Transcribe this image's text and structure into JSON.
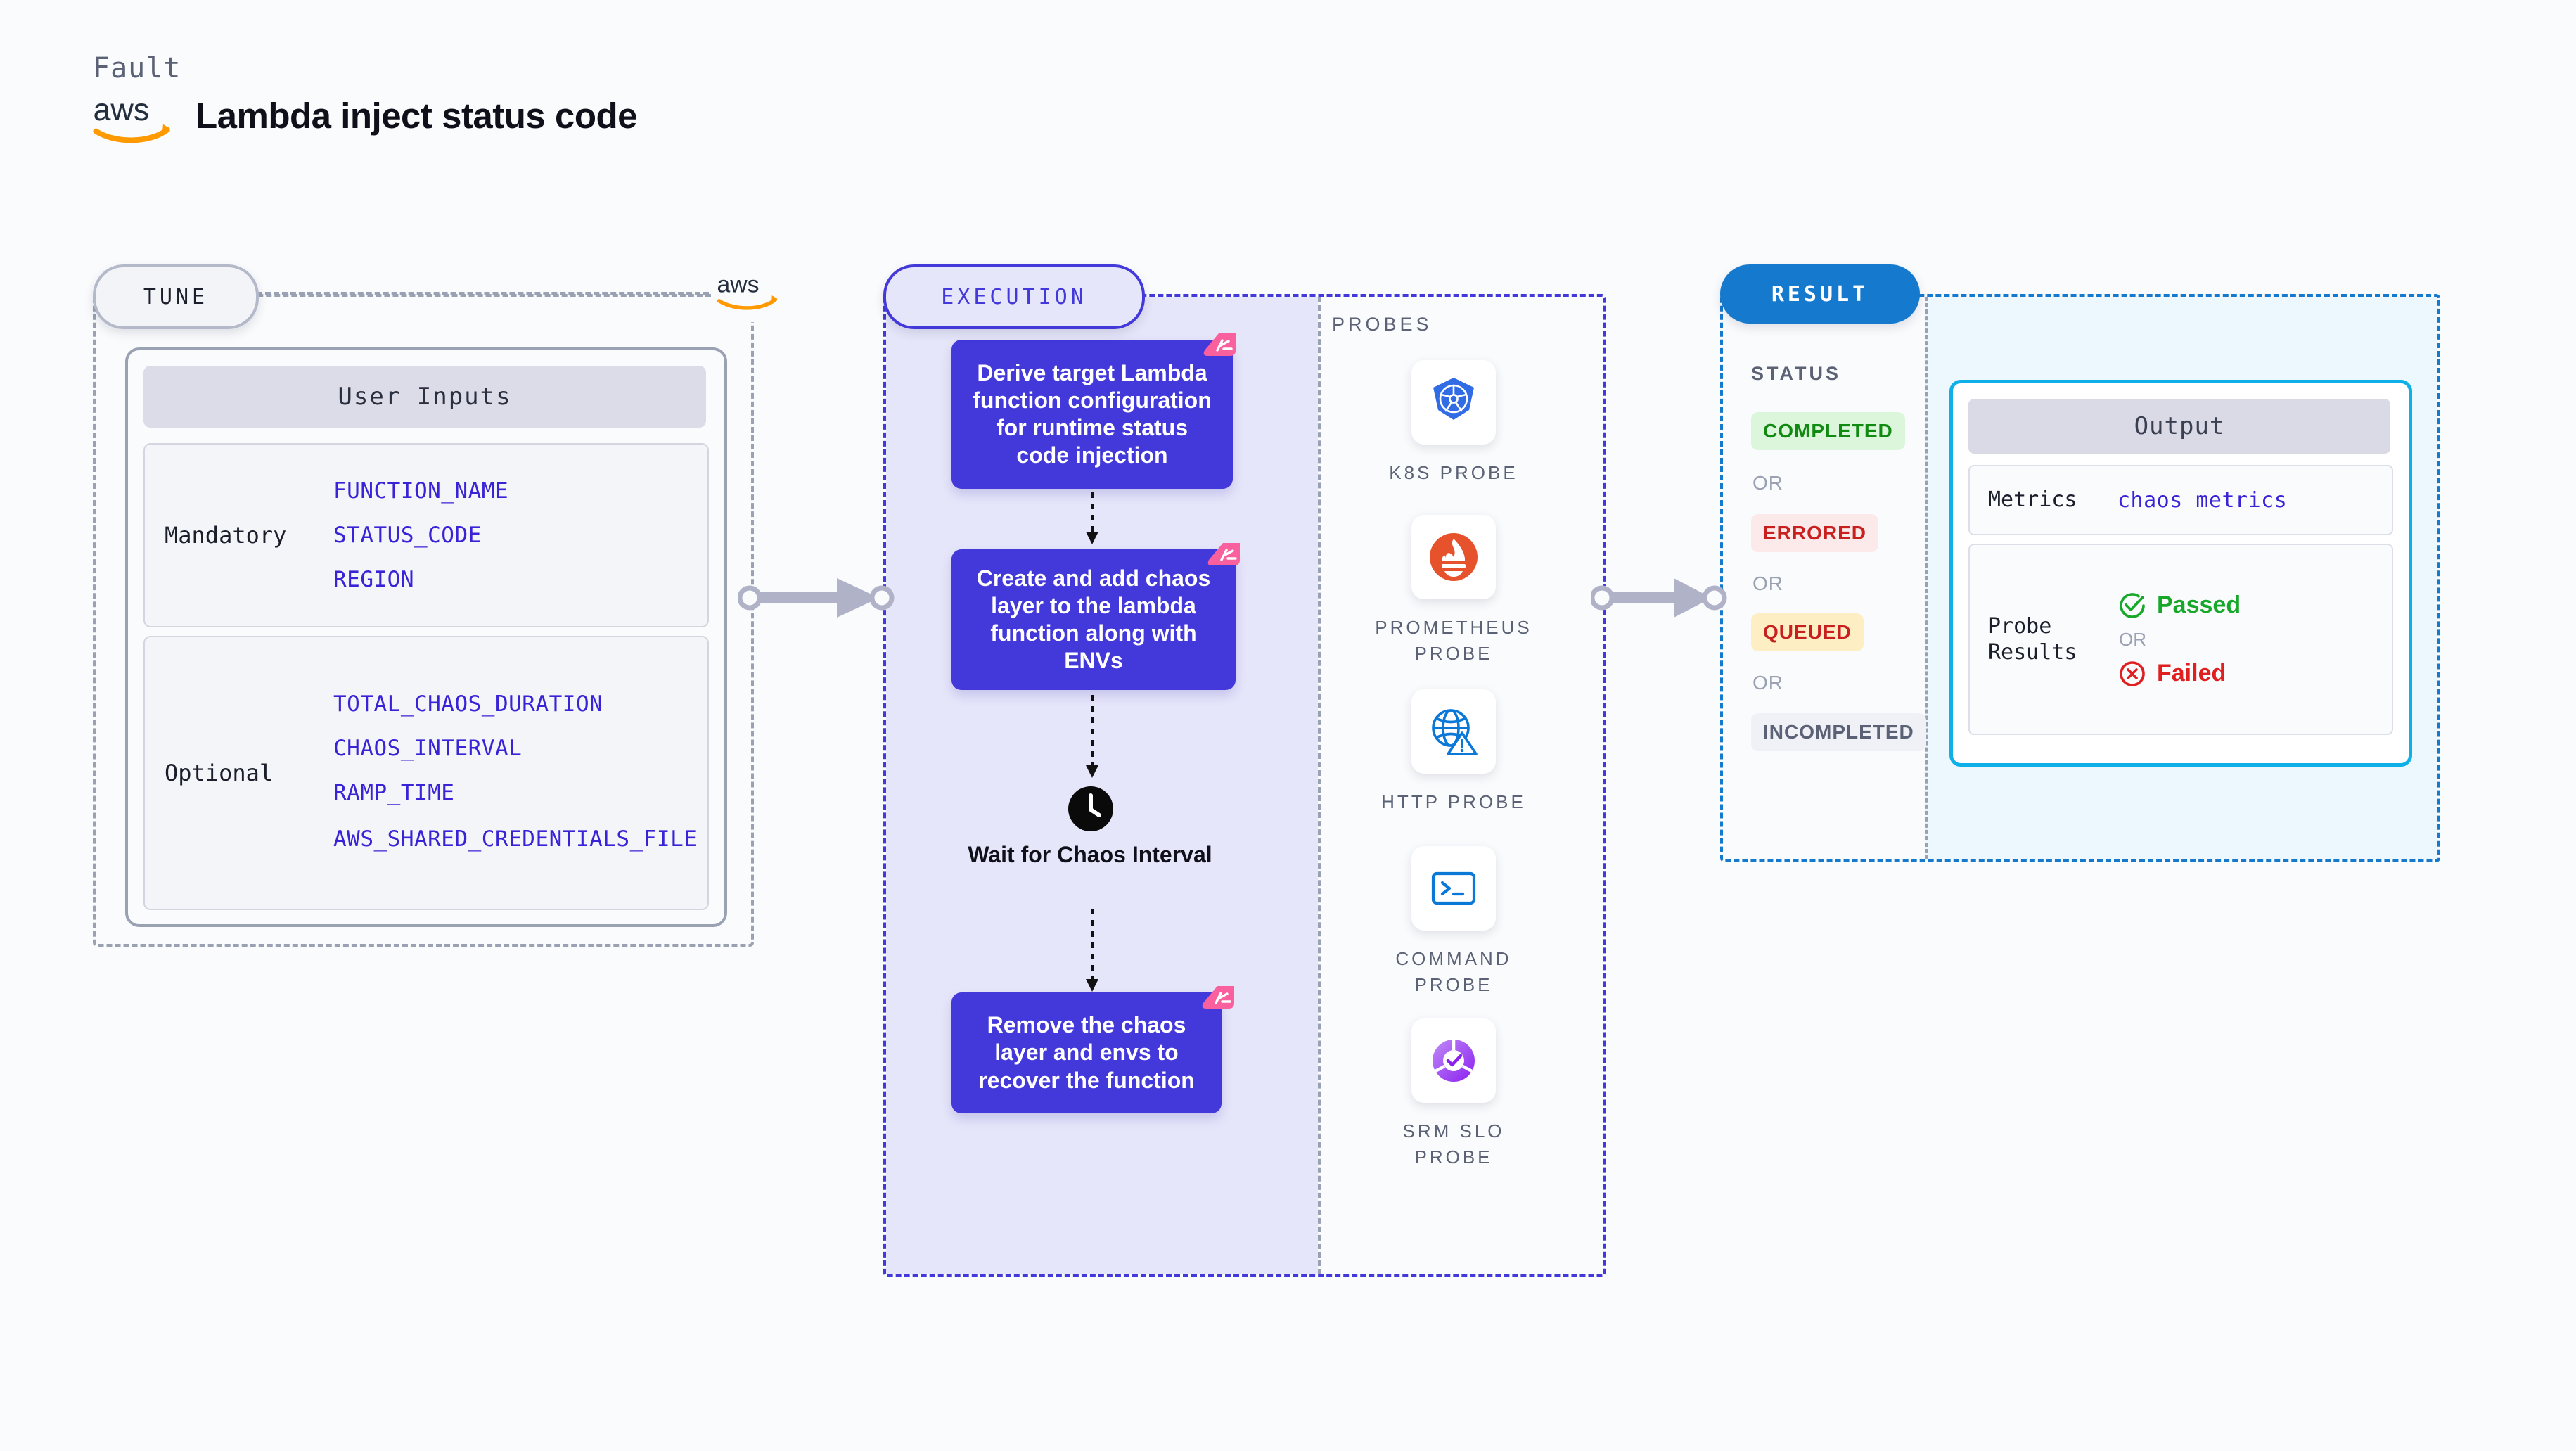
{
  "header": {
    "kicker": "Fault",
    "logo": "aws-logo",
    "title": "Lambda inject status code"
  },
  "tune": {
    "pill_label": "TUNE",
    "badge_logo": "aws-logo",
    "inputs_card_title": "User Inputs",
    "groups": [
      {
        "label": "Mandatory",
        "params": [
          "FUNCTION_NAME",
          "STATUS_CODE",
          "REGION"
        ]
      },
      {
        "label": "Optional",
        "params": [
          "TOTAL_CHAOS_DURATION",
          "CHAOS_INTERVAL",
          "RAMP_TIME",
          "AWS_SHARED_CREDENTIALS_FILE"
        ]
      }
    ]
  },
  "execution": {
    "pill_label": "EXECUTION",
    "steps": [
      "Derive target Lambda function configuration for runtime status code injection",
      "Create and add chaos layer to the lambda function along with ENVs",
      "Remove the chaos layer and envs to recover the function"
    ],
    "wait_label": "Wait for Chaos Interval",
    "wait_icon": "clock-icon",
    "badge_icon": "litmus-chaos-badge-icon",
    "accent": "#4338d9",
    "badge_color": "#fa5f9e"
  },
  "probes": {
    "title": "PROBES",
    "items": [
      {
        "label": "K8S PROBE",
        "icon": "kubernetes-icon",
        "color": "#326ce5"
      },
      {
        "label": "PROMETHEUS PROBE",
        "icon": "prometheus-icon",
        "color": "#e6522c"
      },
      {
        "label": "HTTP PROBE",
        "icon": "globe-warning-icon",
        "color": "#0b78d8"
      },
      {
        "label": "COMMAND PROBE",
        "icon": "terminal-icon",
        "color": "#0b78d8"
      },
      {
        "label": "SRM SLO PROBE",
        "icon": "slo-donut-check-icon",
        "color": "#9c41f0"
      }
    ]
  },
  "result": {
    "pill_label": "RESULT",
    "status_title": "STATUS",
    "or_label": "OR",
    "statuses": [
      {
        "label": "COMPLETED",
        "fg": "#108a10",
        "bg": "#dcf6dc"
      },
      {
        "label": "ERRORED",
        "fg": "#c81f1f",
        "bg": "#fce9e9"
      },
      {
        "label": "QUEUED",
        "fg": "#c81f1f",
        "bg": "#fdeec4"
      },
      {
        "label": "INCOMPLETED",
        "fg": "#5b6275",
        "bg": "#f0f1f6"
      }
    ],
    "output": {
      "title": "Output",
      "metrics_key": "Metrics",
      "metrics_value": "chaos metrics",
      "probe_results_key": "Probe Results",
      "passed_label": "Passed",
      "passed_icon": "check-circle-icon",
      "passed_color": "#17a82a",
      "failed_label": "Failed",
      "failed_icon": "x-circle-icon",
      "failed_color": "#e02020",
      "or_label": "OR"
    }
  },
  "connectors": {
    "arrow_color": "#b0b2c8"
  }
}
